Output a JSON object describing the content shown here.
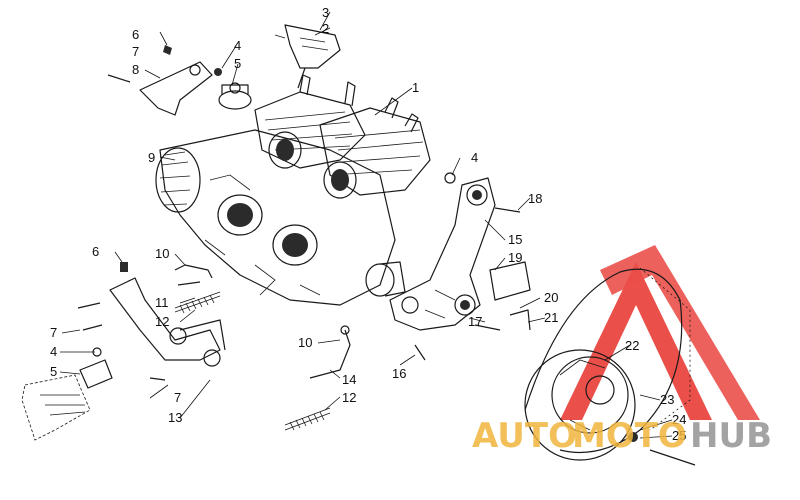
{
  "diagram": {
    "callouts": [
      "1",
      "2",
      "3",
      "4",
      "4",
      "4",
      "5",
      "5",
      "6",
      "6",
      "7",
      "7",
      "7",
      "7",
      "8",
      "9",
      "10",
      "10",
      "11",
      "12",
      "12",
      "13",
      "14",
      "15",
      "16",
      "17",
      "18",
      "19",
      "20",
      "21",
      "22",
      "23",
      "24",
      "25"
    ]
  },
  "watermark": {
    "part1": "AUTO",
    "part2": "MOTO",
    "part3": "HUB",
    "accent_color": "#e8312a",
    "gold_color": "#f0b53c",
    "gray_color": "#9a9a9a"
  }
}
